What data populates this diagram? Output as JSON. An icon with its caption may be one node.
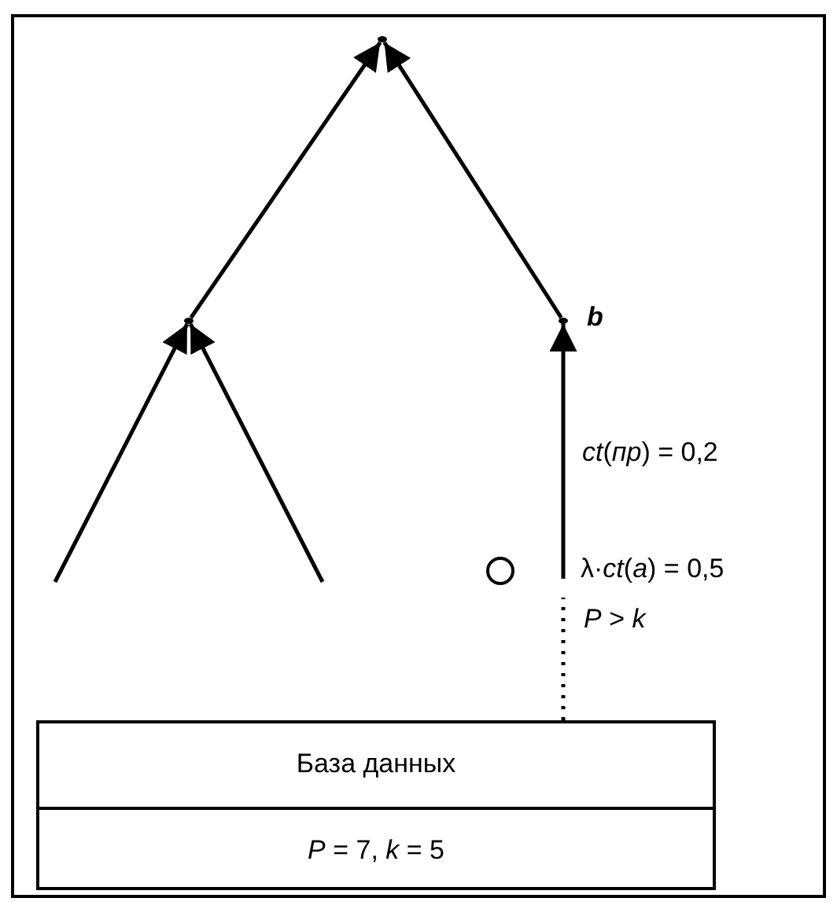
{
  "diagram": {
    "nodes": [
      {
        "text": [],
        "shape": "point"
      },
      {
        "text": [],
        "shape": "point"
      },
      {
        "text": [],
        "shape": "point",
        "beside": [
          "b"
        ]
      },
      {
        "text": [],
        "shape": "circle"
      },
      {
        "text": [
          "База данных",
          "*P* = 7, *k* = 5"
        ]
      }
    ],
    "edges": [
      {
        "from": 1,
        "to": 0,
        "arrow": "to"
      },
      {
        "from": 2,
        "to": 0,
        "arrow": "to"
      },
      {
        "from": null,
        "to": 1,
        "arrow": "to"
      },
      {
        "from": null,
        "to": 1,
        "arrow": "to"
      },
      {
        "from": null,
        "to": 2,
        "arrow": "to",
        "label": "*ct*(*пр*) = 0,2"
      },
      {
        "from": 4,
        "to": null,
        "arrow": "none",
        "style": "dashed",
        "label": "*P* > *k*"
      }
    ],
    "labels": [
      "λ·*ct*(*a*) = 0,5"
    ]
  }
}
